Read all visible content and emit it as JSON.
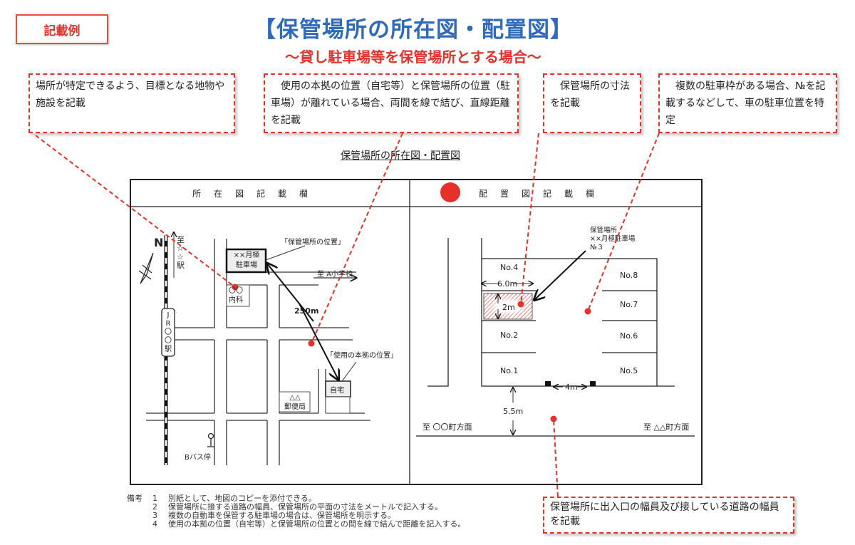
{
  "badge": "記載例",
  "title": "【保管場所の所在図・配置図】",
  "subtitle": "～貸し駐車場等を保管場所とする場合～",
  "callouts": [
    "場所が特定できるよう、目標となる地物や施設を記載",
    "　使用の本拠の位置（自宅等）と保管場所の位置（駐車場）が離れている場合、両間を線で結び、直線距離を記載",
    "　保管場所の寸法を記載",
    "　複数の駐車枠がある場合、№を記載するなどして、車の駐車位置を特定",
    "保管場所に出入口の幅員及び接している道路の幅員を記載"
  ],
  "caption": "保管場所の所在図・配置図",
  "location_map": {
    "header": "所在図記載欄",
    "north": "N",
    "to_station": [
      "至",
      "☆",
      "☆",
      "駅"
    ],
    "station": [
      "J",
      "R",
      "〇",
      "〇",
      "駅"
    ],
    "parking": [
      "××月極",
      "駐車場"
    ],
    "parking_label": "「保管場所の位置」",
    "to_school": "至 A小学校",
    "clinic": [
      "〇〇",
      "内科"
    ],
    "distance": "250m",
    "home_label": "「使用の本拠の位置」",
    "home": "自宅",
    "post_office": [
      "△△",
      "郵便局"
    ],
    "bus_stop": "Bバス停"
  },
  "layout_map": {
    "header": "配置図記載欄",
    "marker_color": "#e8302a",
    "target_label": [
      "保管場所",
      "××月極駐車場",
      "№３"
    ],
    "spaces": [
      "No.1",
      "No.2",
      "No.4",
      "No.5",
      "No.6",
      "No.7",
      "No.8"
    ],
    "length": "6.0m",
    "width": "2m",
    "entrance_width": "4m",
    "road_width": "5.5m",
    "to_left": "至 〇〇町方面",
    "to_right": "至 △△町方面"
  },
  "notes": {
    "label": "備考",
    "items": [
      {
        "num": "1",
        "text": "別紙として、地図のコピーを添付できる。"
      },
      {
        "num": "2",
        "text": "保管場所に接する道路の幅員、保管場所の平面の寸法をメートルで記入する。"
      },
      {
        "num": "3",
        "text": "複数の自動車を保管する駐車場の場合は、保管場所を明示する。"
      },
      {
        "num": "4",
        "text": "使用の本拠の位置（自宅等）と保管場所の位置との間を線で結んで距離を記入する。"
      }
    ]
  },
  "colors": {
    "title": "#2e6bbf",
    "accent": "#e8302a"
  }
}
